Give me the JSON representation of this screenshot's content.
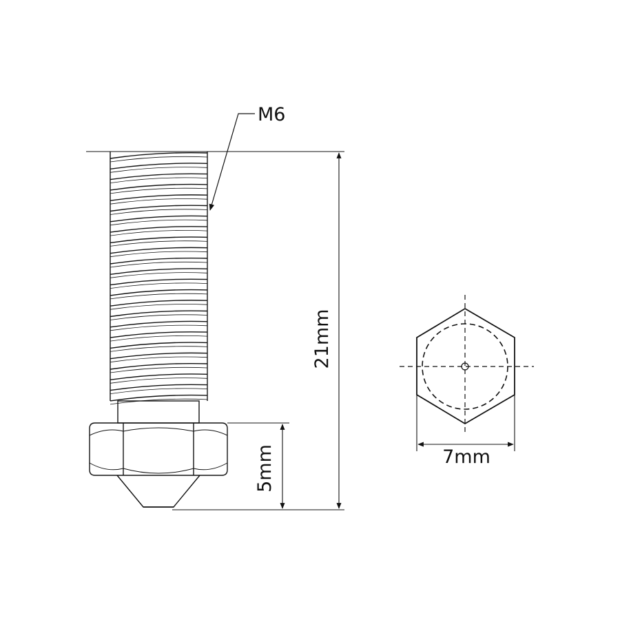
{
  "labels": {
    "thread": "M6",
    "total_length": "21mm",
    "hex_height": "5mm",
    "hex_width": "7mm"
  },
  "colors": {
    "stroke": "#111111",
    "background": "#ffffff"
  }
}
